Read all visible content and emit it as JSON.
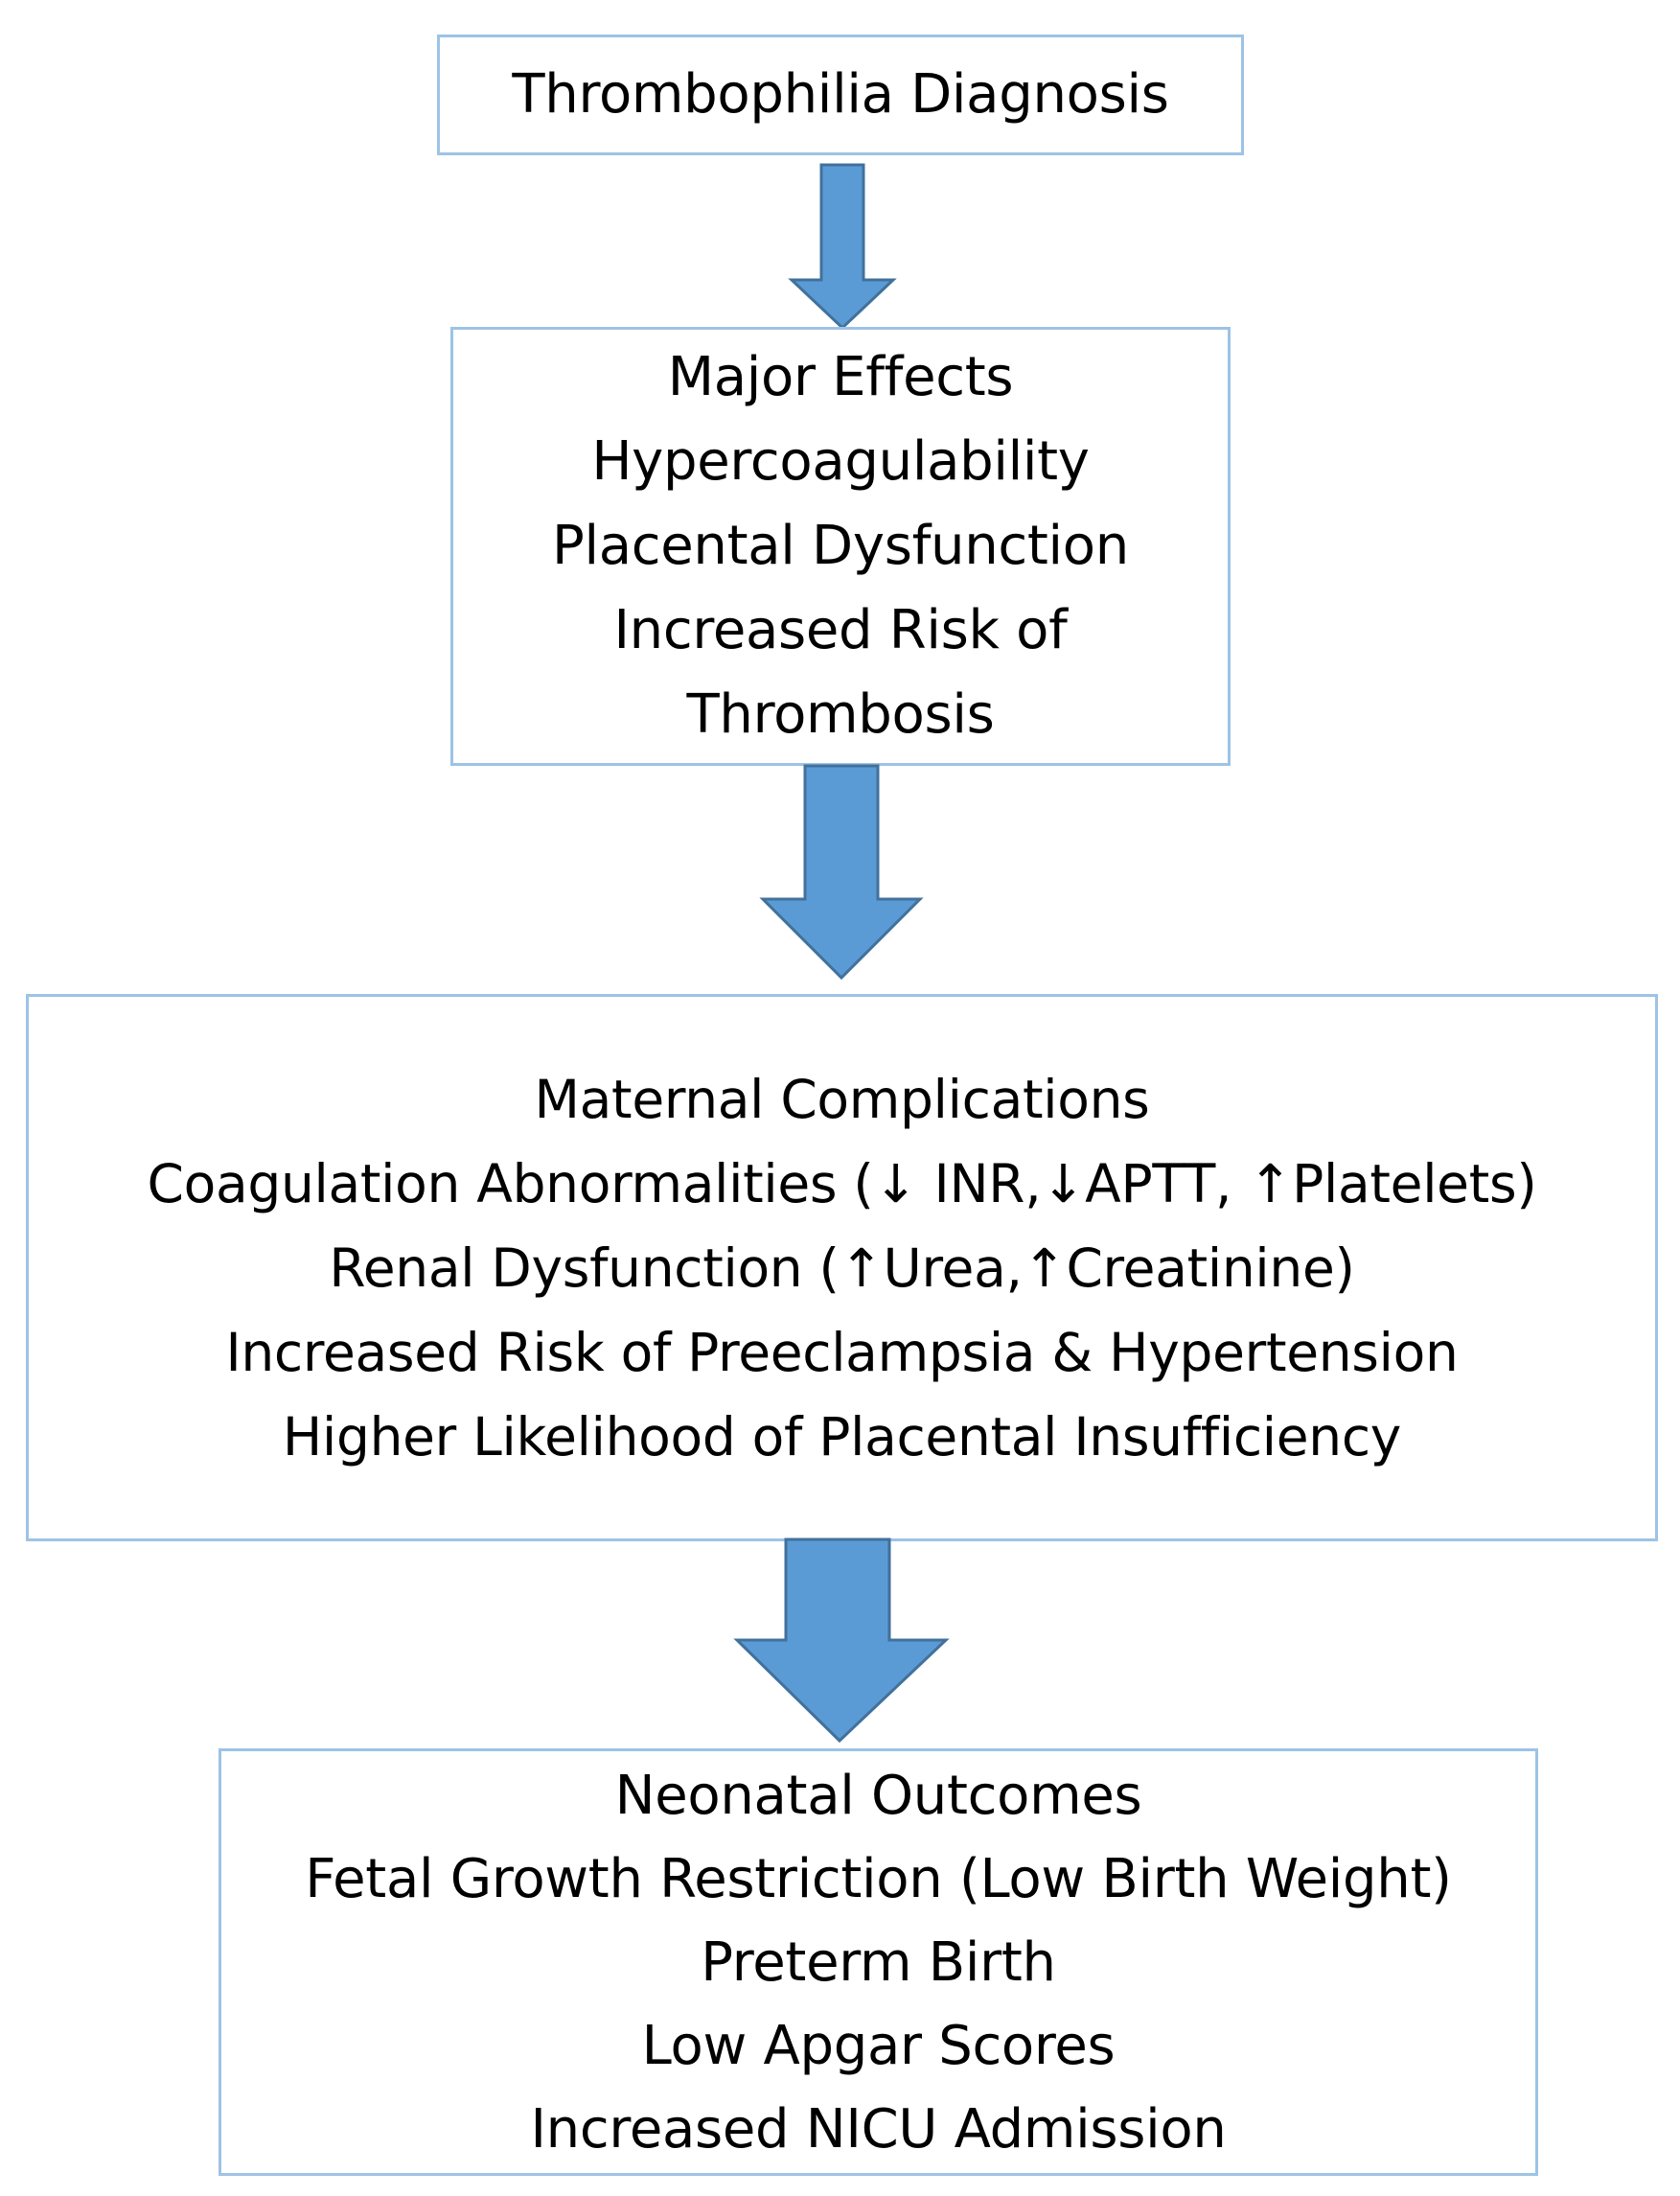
{
  "diagram": {
    "colors": {
      "box_border": "#9dc3e6",
      "arrow_fill": "#5b9bd5",
      "arrow_stroke": "#41719c",
      "text": "#000000"
    },
    "diagnosis": {
      "lines": [
        "Thrombophilia Diagnosis"
      ]
    },
    "major_effects": {
      "lines": [
        "Major Effects",
        "Hypercoagulability",
        "Placental Dysfunction",
        "Increased Risk of",
        "Thrombosis"
      ]
    },
    "maternal_complications": {
      "lines": [
        "Maternal Complications",
        "Coagulation Abnormalities (↓ INR,↓APTT, ↑Platelets)",
        "Renal Dysfunction (↑Urea,↑Creatinine)",
        "Increased Risk of Preeclampsia & Hypertension",
        "Higher Likelihood of Placental Insufficiency"
      ]
    },
    "neonatal_outcomes": {
      "lines": [
        "Neonatal Outcomes",
        "Fetal Growth Restriction (Low Birth Weight)",
        "Preterm Birth",
        "Low Apgar Scores",
        "Increased NICU Admission"
      ]
    },
    "arrow_icon": "down-arrow-icon"
  }
}
